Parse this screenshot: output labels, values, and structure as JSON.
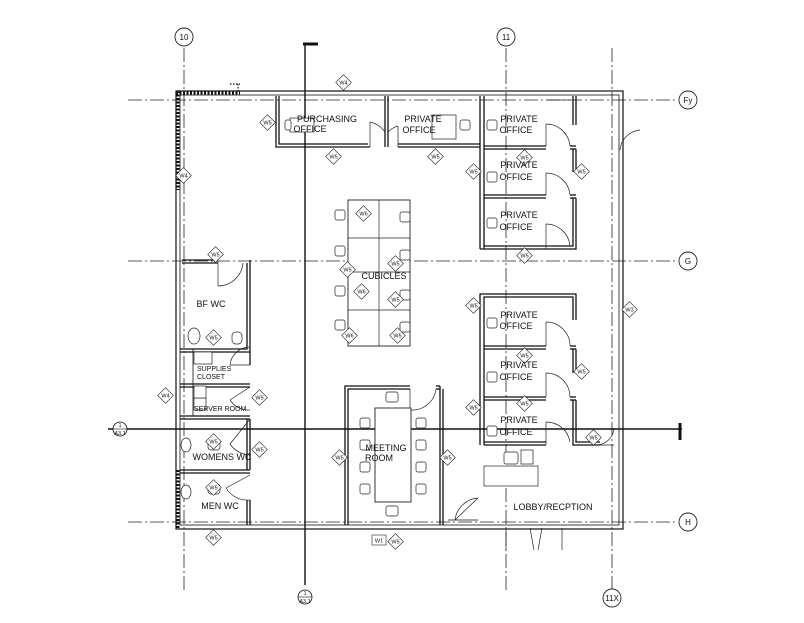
{
  "grid": {
    "col_10": "10",
    "col_11": "11",
    "col_11x": "11X",
    "row_fy": "Fy",
    "row_g": "G",
    "row_h": "H"
  },
  "rooms": {
    "purchasing_1": "PURCHASING",
    "purchasing_2": "OFFICE",
    "private_a_1": "PRIVATE",
    "private_a_2": "OFFICE",
    "private_1_1": "PRIVATE",
    "private_1_2": "OFFICE",
    "private_2_1": "PRIVATE",
    "private_2_2": "OFFICE",
    "private_3_1": "PRIVATE",
    "private_3_2": "OFFICE",
    "private_4_1": "PRIVATE",
    "private_4_2": "OFFICE",
    "private_5_1": "PRIVATE",
    "private_5_2": "OFFICE",
    "private_6_1": "PRIVATE",
    "private_6_2": "OFFICE",
    "cubicles": "CUBICLES",
    "bf_wc": "BF WC",
    "supplies_1": "SUPPLIES",
    "supplies_2": "CLOSET",
    "server": "SERVER ROOM",
    "womens": "WOMENS WC",
    "meeting_1": "MEETING",
    "meeting_2": "ROOM",
    "mens": "MEN WC",
    "lobby": "LOBBY/RECPTION"
  },
  "wall_tags": {
    "w1": "W1",
    "w3": "W3",
    "w4": "W4",
    "w5": "W5",
    "w6": "W6"
  },
  "section_marks": {
    "top": "1",
    "bottom": "A3.1"
  }
}
